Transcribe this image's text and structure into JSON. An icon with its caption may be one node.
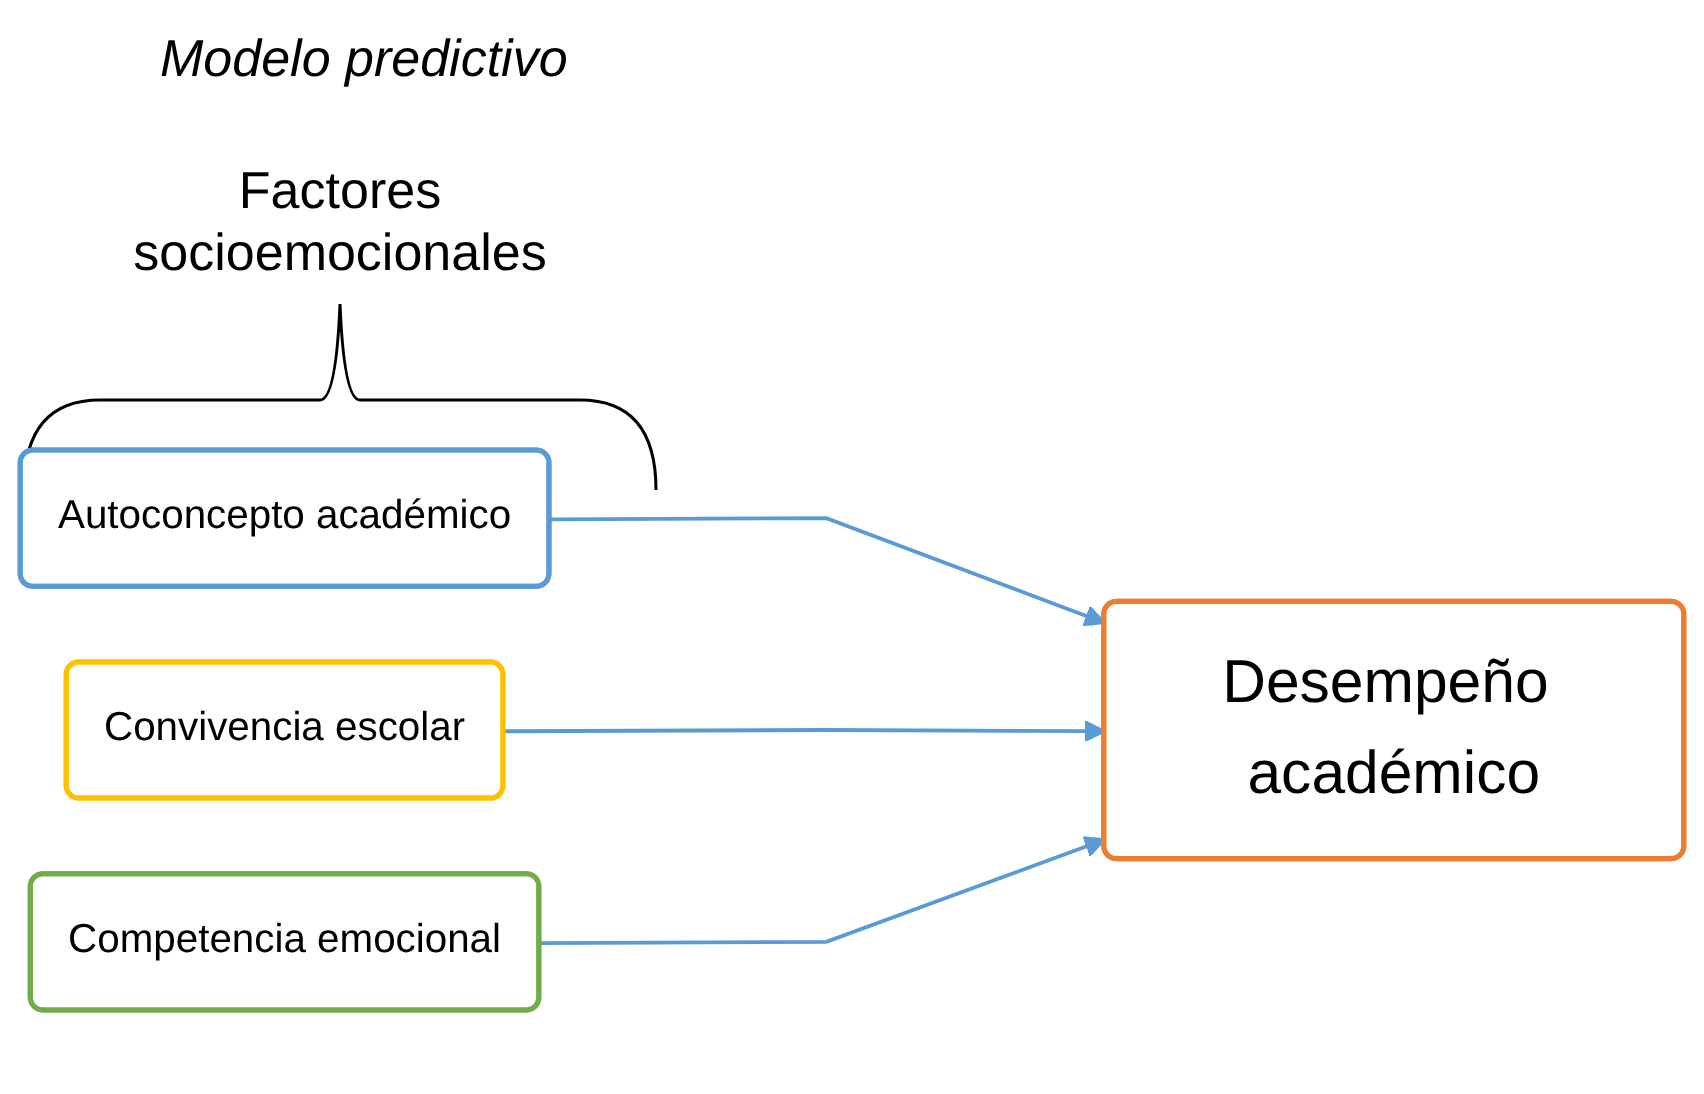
{
  "diagram": {
    "title": "Modelo predictivo",
    "nodes": [
      {
        "text": [
          "Autoconcepto académico"
        ]
      },
      {
        "text": [
          "Convivencia escolar"
        ]
      },
      {
        "text": [
          "Competencia emocional"
        ]
      },
      {
        "text": [
          "Desempeño académico"
        ]
      }
    ],
    "edges": [
      {
        "from": 0,
        "to": 3,
        "arrow": "to"
      },
      {
        "from": 1,
        "to": 3,
        "arrow": "to"
      },
      {
        "from": 2,
        "to": 3,
        "arrow": "to"
      }
    ],
    "labels": [
      "Factores socioemocionales"
    ]
  }
}
